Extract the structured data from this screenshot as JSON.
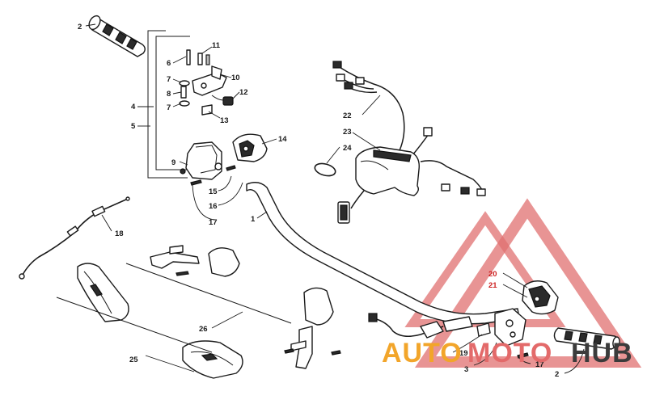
{
  "diagram": {
    "callouts": {
      "c1": "1",
      "c2a": "2",
      "c2b": "2",
      "c3": "3",
      "c4": "4",
      "c5": "5",
      "c6": "6",
      "c7a": "7",
      "c7b": "7",
      "c8": "8",
      "c9": "9",
      "c10": "10",
      "c11": "11",
      "c12": "12",
      "c13": "13",
      "c14": "14",
      "c15": "15",
      "c16": "16",
      "c17a": "17",
      "c17b": "17",
      "c18": "18",
      "c19": "19",
      "c20": "20",
      "c21": "21",
      "c22": "22",
      "c23": "23",
      "c24": "24",
      "c25": "25",
      "c26": "26"
    },
    "callout_colors": {
      "default": "#1a1a1a",
      "highlight": "#cc1f1f"
    }
  },
  "watermark": {
    "text_auto": "AUTO",
    "text_moto": "MOTO",
    "text_hub": "HUB",
    "colors": {
      "auto": "#f2a52a",
      "moto": "#e36a6a",
      "hub": "#3b3b3b",
      "triangle": "#e07070"
    }
  }
}
